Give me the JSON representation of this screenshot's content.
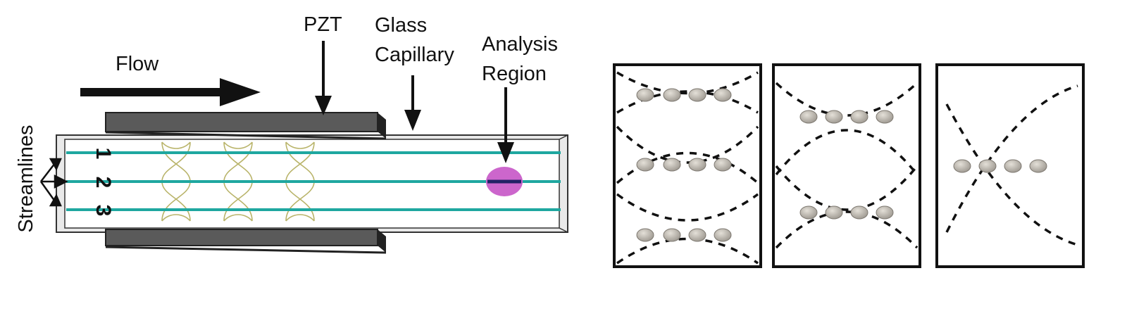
{
  "labels": {
    "flow": "Flow",
    "pzt": "PZT",
    "glass_line1": "Glass",
    "glass_line2": "Capillary",
    "analysis_line1": "Analysis",
    "analysis_line2": "Region",
    "streamlines": "Streamlines"
  },
  "streamline_numbers": [
    "1",
    "2",
    "3"
  ],
  "panels": [
    {
      "node_rows": 3
    },
    {
      "node_rows": 2
    },
    {
      "node_rows": 1
    }
  ],
  "colors": {
    "streamline": "#1fa7a0",
    "wave": "#b9b46a",
    "transducer": "#5a5a5a",
    "transducer_dark": "#222222",
    "analysis_spot": "#cc66cc",
    "particle": "#b8b3ab",
    "arrow": "#111111"
  }
}
